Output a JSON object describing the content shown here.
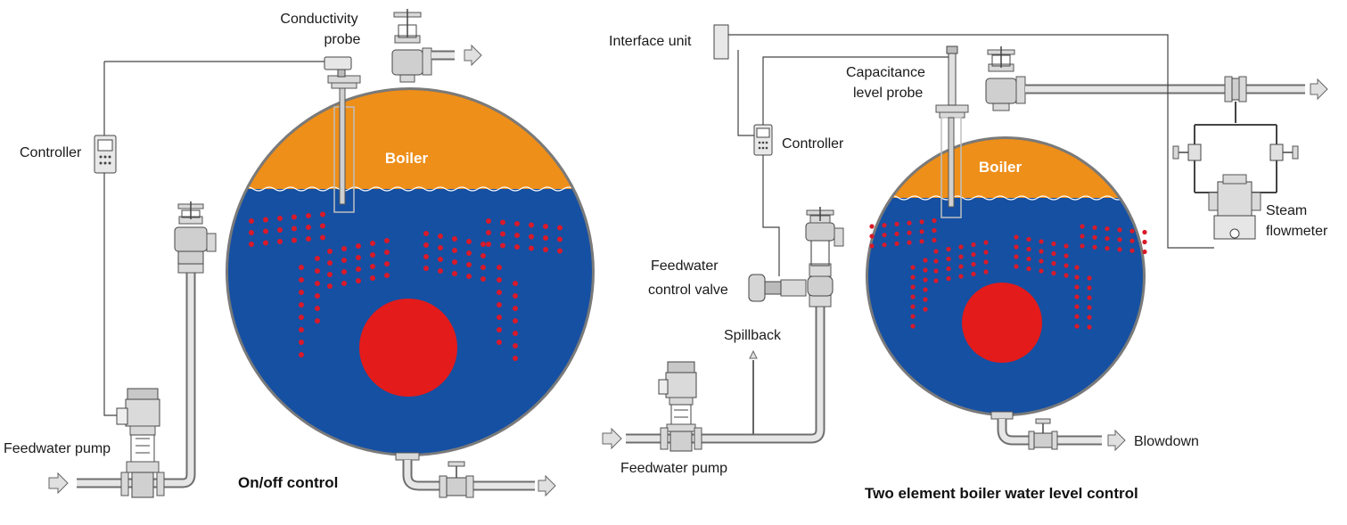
{
  "left": {
    "labels": {
      "conductivity_probe": [
        "Conductivity",
        "probe"
      ],
      "controller": "Controller",
      "boiler": "Boiler",
      "feedwater_pump": "Feedwater pump",
      "title": "On/off control"
    }
  },
  "right": {
    "labels": {
      "interface_unit": "Interface unit",
      "capacitance_probe": [
        "Capacitance",
        "level probe"
      ],
      "controller": "Controller",
      "boiler": "Boiler",
      "feedwater_control_valve": [
        "Feedwater",
        "control valve"
      ],
      "spillback": "Spillback",
      "feedwater_pump": "Feedwater pump",
      "steam_flowmeter": [
        "Steam",
        "flowmeter"
      ],
      "blowdown": "Blowdown",
      "title": "Two element boiler water level control"
    }
  },
  "colors": {
    "steam": "#EE8F1A",
    "water": "#1550A3",
    "furnace": "#E31B1B",
    "bubbles": "#D91A2A",
    "shell": "#7A7A7A"
  }
}
